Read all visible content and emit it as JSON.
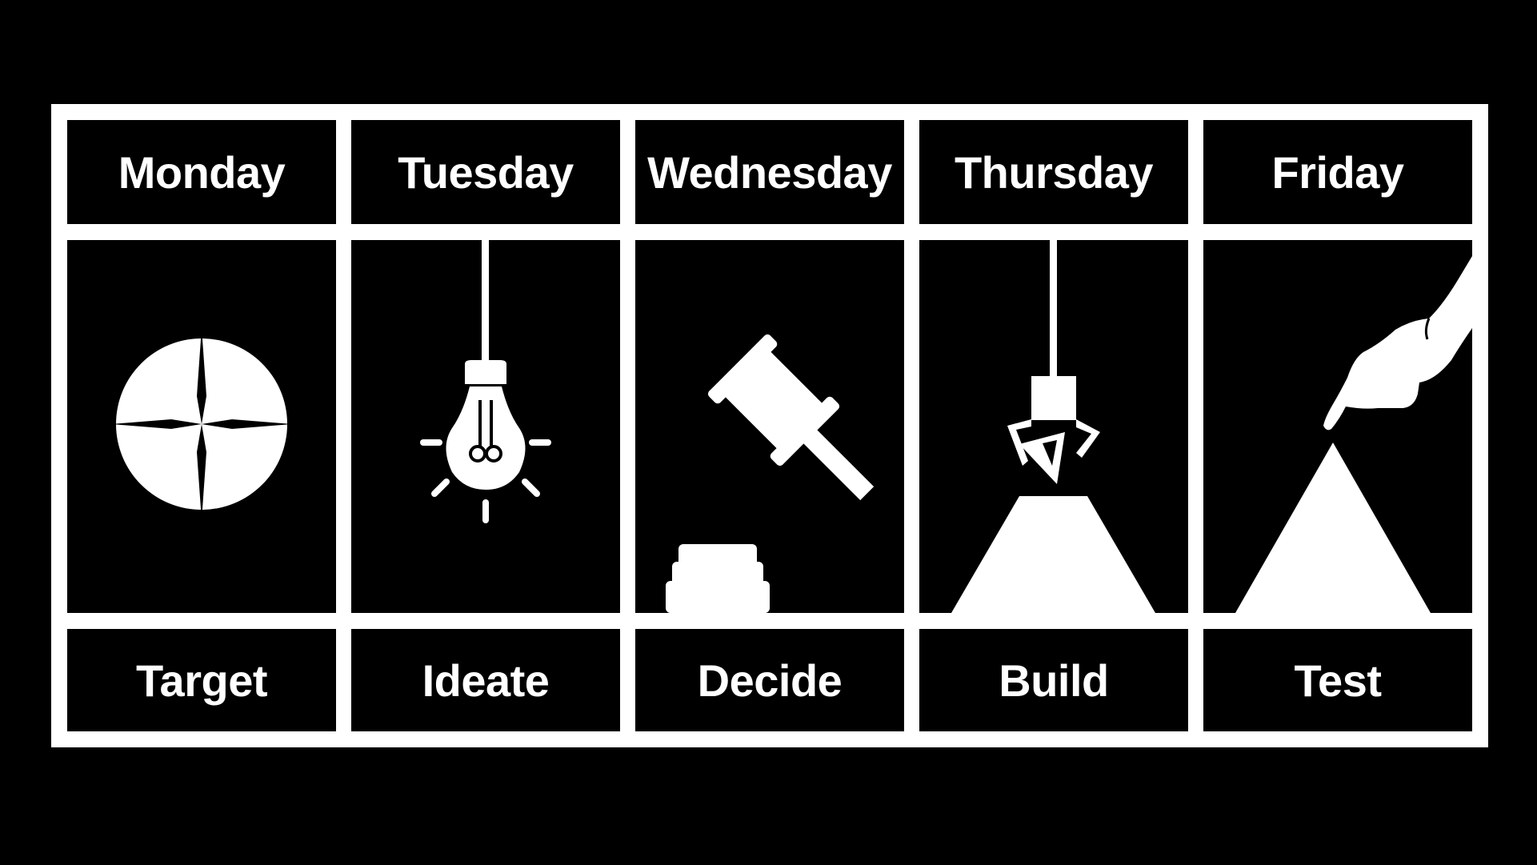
{
  "colors": {
    "background": "#000000",
    "foreground": "#ffffff"
  },
  "columns": [
    {
      "day": "Monday",
      "step": "Target",
      "icon": "target-icon"
    },
    {
      "day": "Tuesday",
      "step": "Ideate",
      "icon": "lightbulb-icon"
    },
    {
      "day": "Wednesday",
      "step": "Decide",
      "icon": "gavel-icon"
    },
    {
      "day": "Thursday",
      "step": "Build",
      "icon": "claw-crane-icon"
    },
    {
      "day": "Friday",
      "step": "Test",
      "icon": "finger-touching-peak-icon"
    }
  ]
}
